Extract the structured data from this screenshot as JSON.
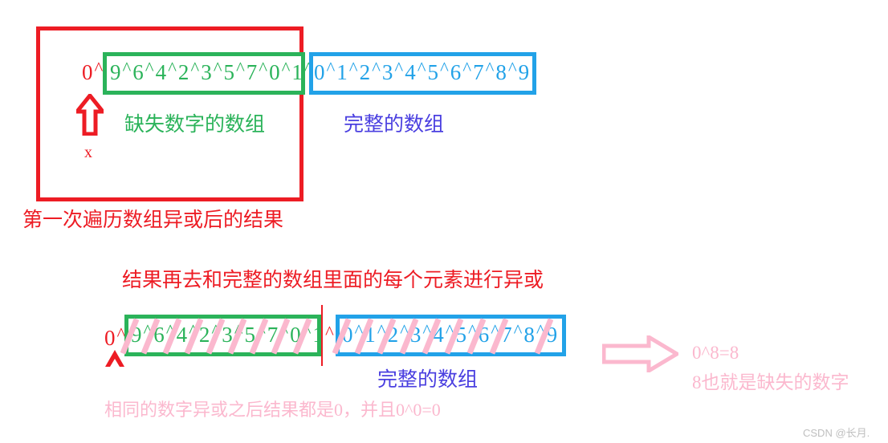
{
  "diagram": {
    "title_note": "XOR missing-number explanation diagram",
    "top": {
      "leading_value": "0",
      "leading_caret": "^",
      "missing_array": {
        "digits": [
          "9",
          "6",
          "4",
          "2",
          "3",
          "5",
          "7",
          "0",
          "1"
        ],
        "separator": "^",
        "label": "缺失数字的数组",
        "color": "#2BB35A"
      },
      "full_array": {
        "digits": [
          "0",
          "1",
          "2",
          "3",
          "4",
          "5",
          "6",
          "7",
          "8",
          "9"
        ],
        "separator": "^",
        "label": "完整的数组",
        "label_color": "#4A3FE0",
        "color": "#22A2E8"
      },
      "pointer_label": "x",
      "outer_box_caption": "第一次遍历数组异或后的结果",
      "outer_box_color": "#ED1C24"
    },
    "bottom": {
      "headline": "结果再去和完整的数组里面的每个元素进行异或",
      "headline_color": "#ED1C24",
      "leading_value": "0",
      "leading_caret": "^",
      "missing_array": {
        "digits": [
          "9",
          "6",
          "4",
          "2",
          "3",
          "5",
          "7",
          "0",
          "1"
        ],
        "separator": "^",
        "struck": [
          true,
          true,
          true,
          true,
          true,
          true,
          true,
          true,
          true
        ],
        "color": "#2BB35A"
      },
      "join_caret": "^",
      "full_array": {
        "digits": [
          "0",
          "1",
          "2",
          "3",
          "4",
          "5",
          "6",
          "7",
          "8",
          "9"
        ],
        "separator": "^",
        "struck": [
          true,
          true,
          true,
          true,
          true,
          true,
          true,
          true,
          false,
          true
        ],
        "label": "完整的数组",
        "label_color": "#4A3FE0",
        "color": "#22A2E8"
      },
      "footnote": "相同的数字异或之后结果都是0，并且0^0=0",
      "footnote_color": "#FBB8CE",
      "result_lines": [
        "0^8=8",
        "8也就是缺失的数字"
      ],
      "result_color": "#FBB8CE"
    },
    "watermark": "CSDN @长月."
  }
}
